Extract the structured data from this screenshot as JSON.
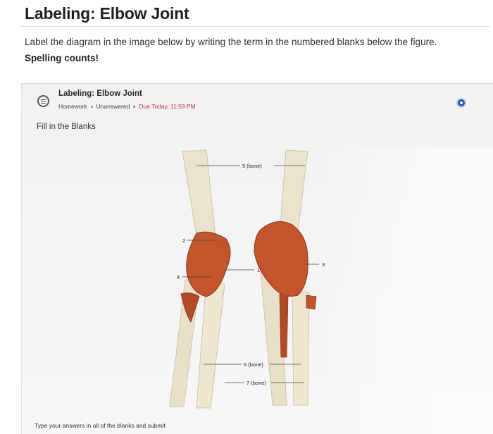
{
  "header": {
    "title": "Labeling: Elbow Joint",
    "instructions": "Label the diagram in the image below by writing the term in the numbered blanks below the figure.",
    "emphasis": "Spelling counts!"
  },
  "assignment": {
    "icon": "assignment-icon",
    "title": "Labeling: Elbow Joint",
    "type": "Homework",
    "status": "Unanswered",
    "due": "Due Today, 11:59 PM",
    "help_icon": "info-icon",
    "section": "Fill in the Blanks",
    "footer": "Type your answers in all of the blanks and submit"
  },
  "diagram": {
    "labels": {
      "l1": "1",
      "l2": "2",
      "l3": "3",
      "l4": "4",
      "l5": "5 (bone)",
      "l6": "6 (bone)",
      "l7": "7 (bone)"
    },
    "colors": {
      "bone": "#ece3cd",
      "ligament": "#c4552b",
      "ligament_dark": "#8e3416"
    }
  }
}
